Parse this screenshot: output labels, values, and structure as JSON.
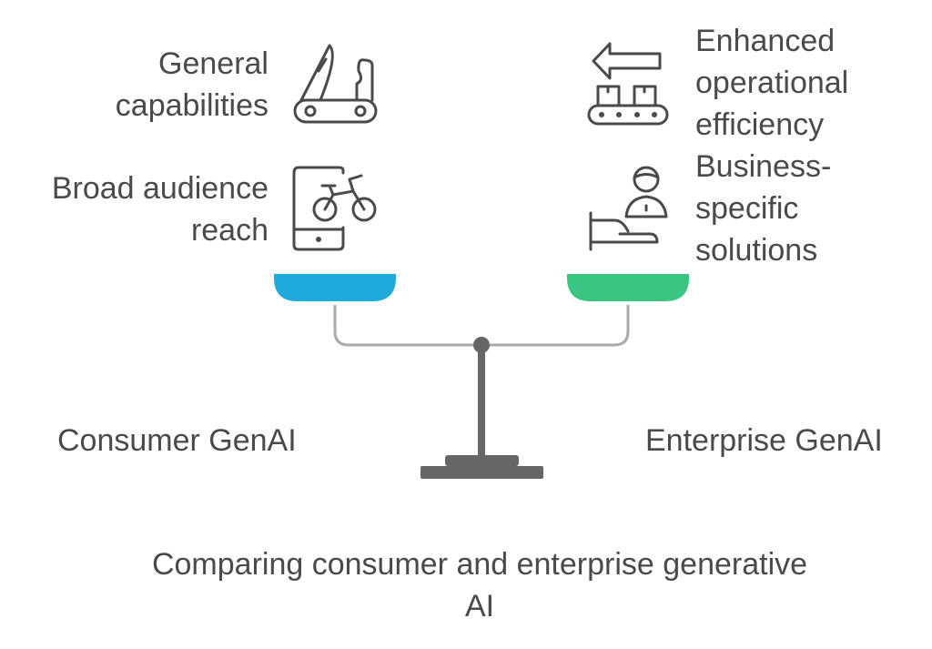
{
  "left": {
    "label": "Consumer GenAI",
    "color": "#1eaadb",
    "items": [
      {
        "line1": "General",
        "line2": "capabilities",
        "icon": "pocket-knife-icon"
      },
      {
        "line1": "Broad audience",
        "line2": "reach",
        "icon": "phone-bicycle-icon"
      }
    ]
  },
  "right": {
    "label": "Enterprise GenAI",
    "color": "#3cc482",
    "items": [
      {
        "line1": "Enhanced",
        "line2": "operational",
        "line3": "efficiency",
        "icon": "conveyor-belt-icon"
      },
      {
        "line1": "Business-",
        "line2": "specific",
        "line3": "solutions",
        "icon": "person-service-hand-icon"
      }
    ]
  },
  "title": {
    "line1": "Comparing consumer and enterprise generative",
    "line2": "AI"
  }
}
